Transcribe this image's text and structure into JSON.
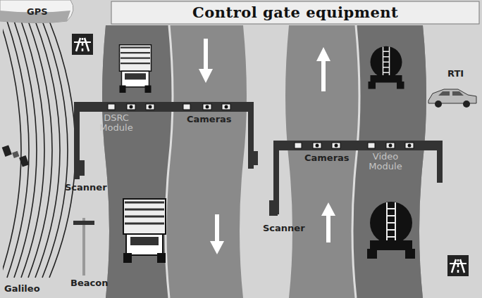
{
  "diagram": {
    "title": "Control gate equipment",
    "labels": [
      "GPS",
      "RTI",
      "DSRC Module",
      "Cameras",
      "Scanner",
      "Cameras",
      "Video Module",
      "Scanner",
      "Beacon",
      "Galileo"
    ]
  }
}
